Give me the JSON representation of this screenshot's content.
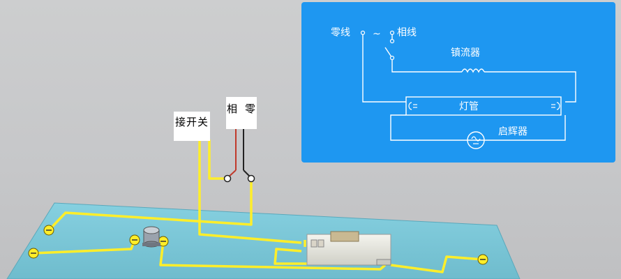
{
  "scene": {
    "switch_label": "接开关",
    "phase_label": "相",
    "neutral_label": "零"
  },
  "schematic": {
    "neutral_label": "零线",
    "ac_symbol": "~",
    "phase_label": "相线",
    "ballast_label": "镇流器",
    "tube_label": "灯管",
    "starter_label": "启辉器"
  },
  "colors": {
    "wire_yellow": "#ffee2a",
    "schematic_bg": "#1e97f1",
    "board_top": "#7cc9da",
    "phase_wire": "#c0392b",
    "neutral_wire": "#222222"
  }
}
